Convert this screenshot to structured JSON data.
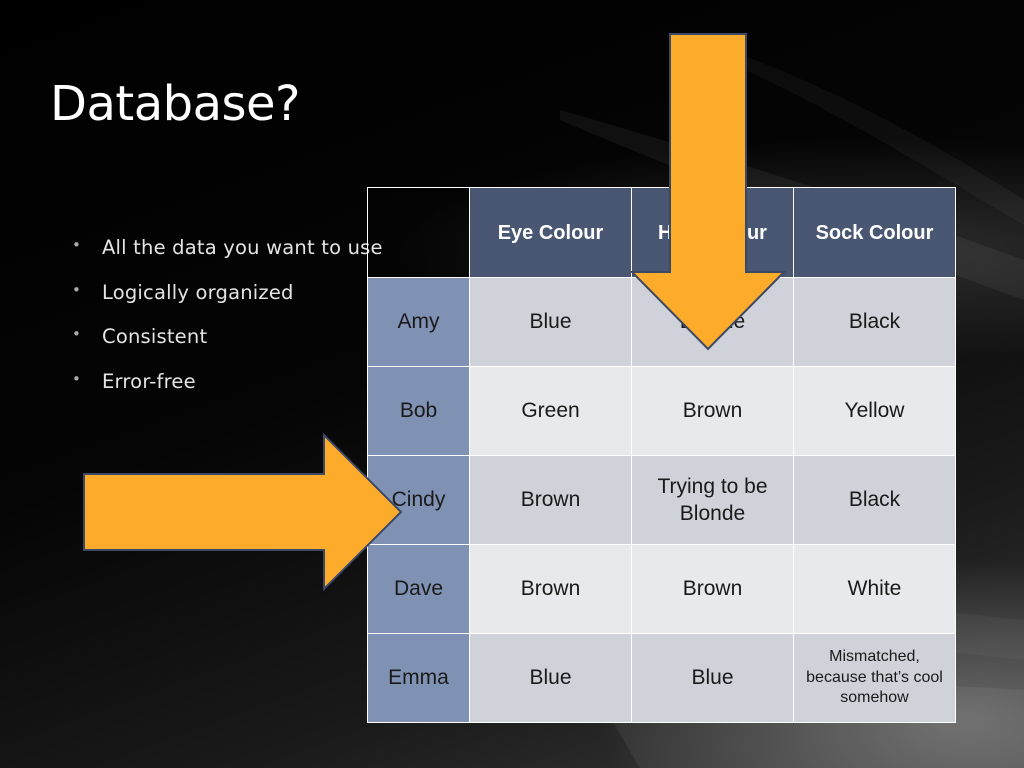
{
  "slide": {
    "title": "Database?",
    "bullets": [
      "All the data you want to use",
      "Logically organized",
      "Consistent",
      "Error-free"
    ]
  },
  "table": {
    "columns": [
      "Eye Colour",
      "Hair Colour",
      "Sock Colour"
    ],
    "rows": [
      {
        "name": "Amy",
        "cells": [
          "Blue",
          "Blonde",
          "Black"
        ]
      },
      {
        "name": "Bob",
        "cells": [
          "Green",
          "Brown",
          "Yellow"
        ]
      },
      {
        "name": "Cindy",
        "cells": [
          "Brown",
          "Trying to be Blonde",
          "Black"
        ]
      },
      {
        "name": "Dave",
        "cells": [
          "Brown",
          "Brown",
          "White"
        ]
      },
      {
        "name": "Emma",
        "cells": [
          "Blue",
          "Blue",
          "Mismatched, because that’s cool somehow"
        ]
      }
    ]
  },
  "colors": {
    "arrow_fill": "#fdab2a",
    "arrow_stroke": "#3b4866",
    "column_header": "#4a5773",
    "row_header": "#7f92b4"
  },
  "annotations": {
    "down_arrow_icon": "arrow-down-icon",
    "right_arrow_icon": "arrow-right-icon"
  }
}
